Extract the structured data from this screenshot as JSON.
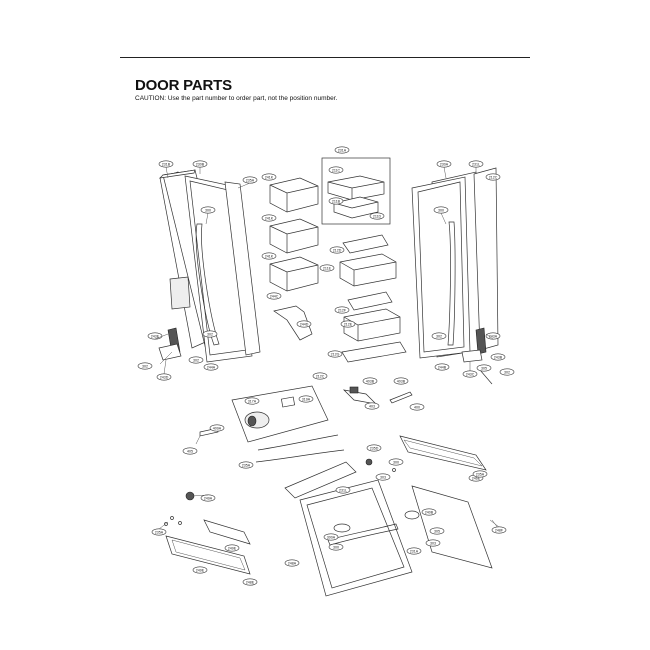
{
  "page": {
    "title": "DOOR PARTS",
    "caution": "CAUTION:  Use the part number to order part, not the position number."
  },
  "callouts": {
    "c01": "231B",
    "c02": "230B",
    "c03": "235A",
    "c04": "231A",
    "c05": "211C",
    "c06": "230A",
    "c07": "231L",
    "c08": "212C",
    "c09": "300",
    "c10": "241K",
    "c11": "241K",
    "c12": "211B",
    "c13": "211D",
    "c14": "211E",
    "c15": "300",
    "c16": "241K",
    "c17": "212D",
    "c18": "244C",
    "c19": "212F",
    "c20": "212E",
    "c21": "212G",
    "c22": "243E",
    "c23": "302",
    "c24": "244D",
    "c25": "302",
    "c26": "243A",
    "c27": "243B",
    "c28": "302",
    "c29": "243D",
    "c30": "302",
    "c31": "244A",
    "c32": "302",
    "c33": "243C",
    "c34": "305",
    "c35": "244B",
    "c36": "212C",
    "c37": "403B",
    "c38": "403B",
    "c39": "400",
    "c40": "317A",
    "c41": "319A",
    "c42": "403",
    "c43": "409A",
    "c44": "405",
    "c45": "235A",
    "c46": "235D",
    "c47": "300",
    "c48": "303",
    "c49": "246E",
    "c50": "231L",
    "c51": "300A",
    "c52": "240B",
    "c53": "300",
    "c54": "305",
    "c55": "231A",
    "c56": "303",
    "c57": "249A",
    "c58": "235A",
    "c59": "248A",
    "c60": "248F",
    "c61": "248E",
    "c62": "235A",
    "c63": "249E",
    "c64": "249E"
  }
}
